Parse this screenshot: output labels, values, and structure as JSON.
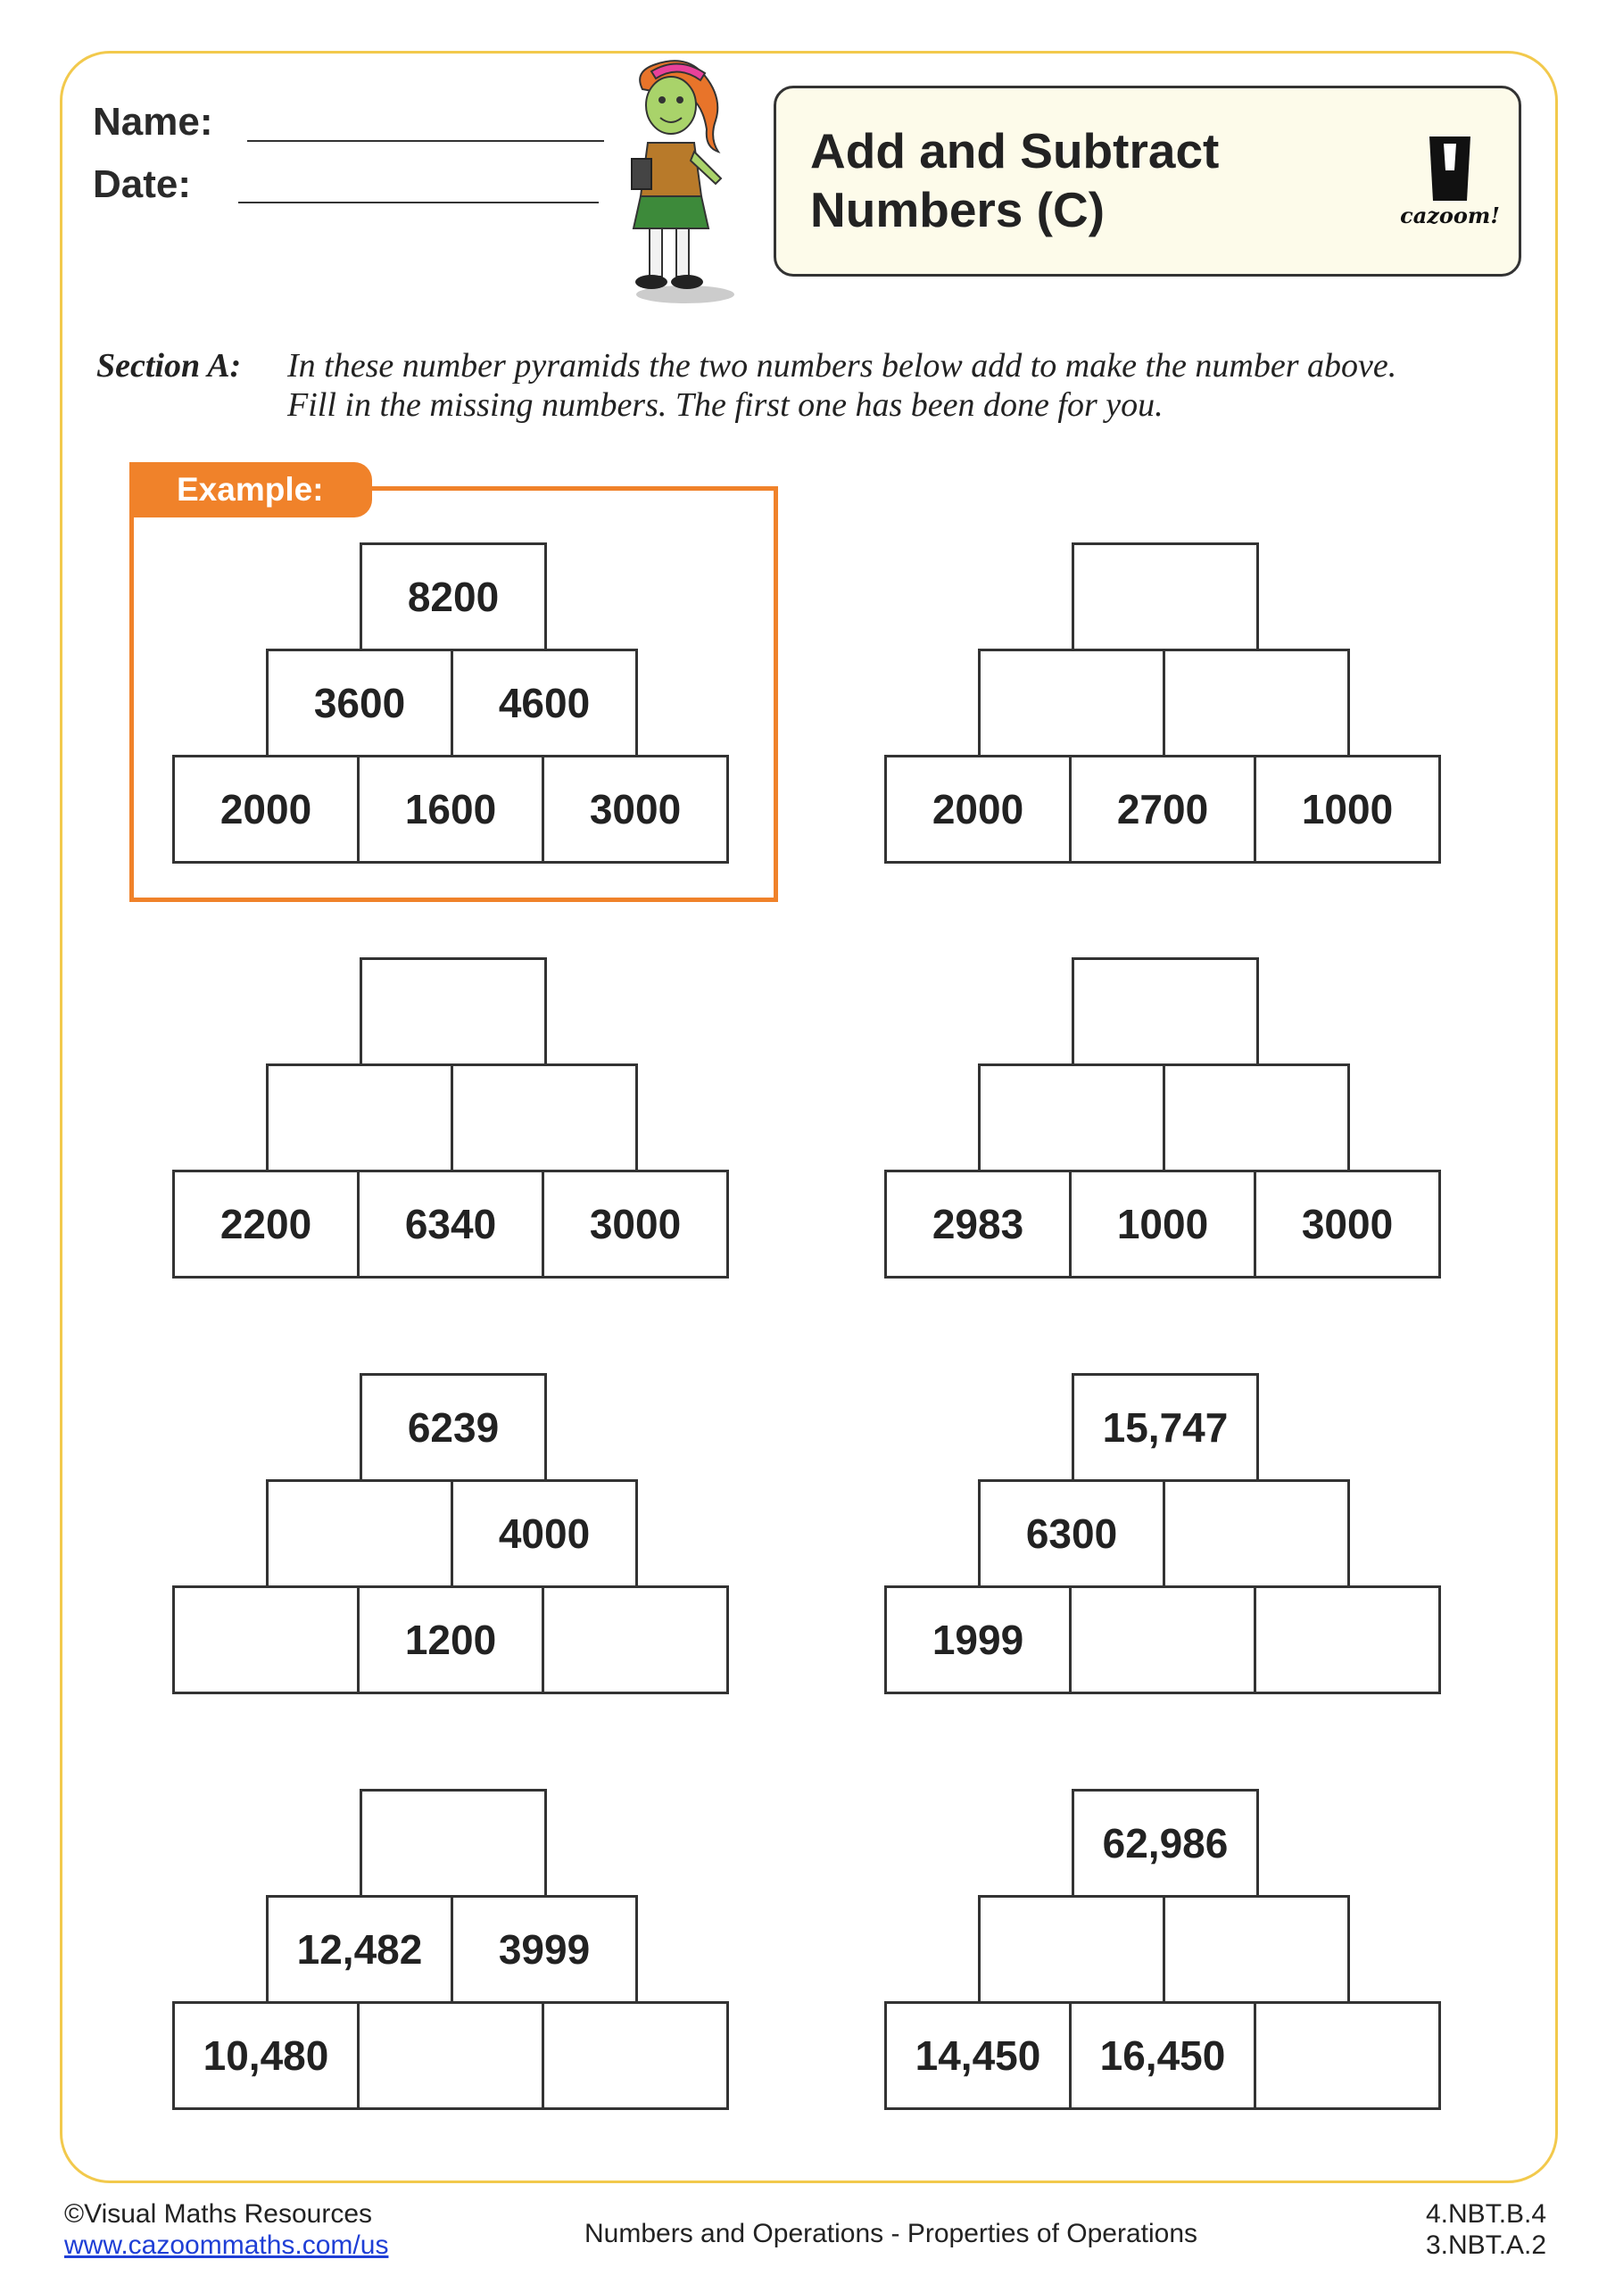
{
  "header": {
    "name_label": "Name:",
    "date_label": "Date:"
  },
  "title": {
    "line1": "Add and Subtract",
    "line2": "Numbers (C)",
    "logo_text": "cazoom!"
  },
  "section": {
    "label": "Section A:",
    "line1": "In these number pyramids the two numbers below add to make the number above.",
    "line2": "Fill in the missing numbers. The first one has been done for you."
  },
  "example_label": "Example:",
  "pyramids": [
    {
      "top": "8200",
      "middle": [
        "3600",
        "4600"
      ],
      "bottom": [
        "2000",
        "1600",
        "3000"
      ]
    },
    {
      "top": "",
      "middle": [
        "",
        ""
      ],
      "bottom": [
        "2000",
        "2700",
        "1000"
      ]
    },
    {
      "top": "",
      "middle": [
        "",
        ""
      ],
      "bottom": [
        "2200",
        "6340",
        "3000"
      ]
    },
    {
      "top": "",
      "middle": [
        "",
        ""
      ],
      "bottom": [
        "2983",
        "1000",
        "3000"
      ]
    },
    {
      "top": "6239",
      "middle": [
        "",
        "4000"
      ],
      "bottom": [
        "",
        "1200",
        ""
      ]
    },
    {
      "top": "15,747",
      "middle": [
        "6300",
        ""
      ],
      "bottom": [
        "1999",
        "",
        ""
      ]
    },
    {
      "top": "",
      "middle": [
        "12,482",
        "3999"
      ],
      "bottom": [
        "10,480",
        "",
        ""
      ]
    },
    {
      "top": "62,986",
      "middle": [
        "",
        ""
      ],
      "bottom": [
        "14,450",
        "16,450",
        ""
      ]
    }
  ],
  "footer": {
    "copyright": "©Visual Maths Resources",
    "website": "www.cazoommaths.com/us",
    "topic": "Numbers and Operations -  Properties of Operations",
    "standard1": "4.NBT.B.4",
    "standard2": "3.NBT.A.2"
  },
  "colors": {
    "accent_orange": "#f0822a",
    "frame_yellow": "#f2c94c",
    "title_bg": "#fdfbea"
  }
}
